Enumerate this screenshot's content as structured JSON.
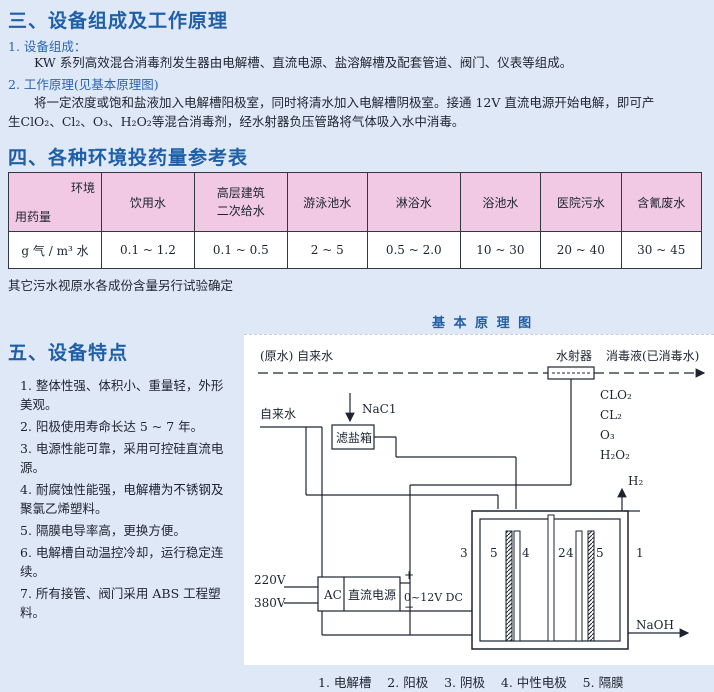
{
  "sec3": {
    "title": "三、设备组成及工作原理",
    "sub1": "1. 设备组成：",
    "p1": "KW 系列高效混合消毒剂发生器由电解槽、直流电源、盐溶解槽及配套管道、阀门、仪表等组成。",
    "sub2": "2. 工作原理(见基本原理图)",
    "p2a": "将一定浓度或饱和盐液加入电解槽阳极室，同时将清水加入电解槽阴极室。接通 12V 直流电源开始电解，即可产",
    "p2b": "生ClO₂、Cl₂、O₃、H₂O₂等混合消毒剂，经水射器负压管路将气体吸入水中消毒。"
  },
  "sec4": {
    "title": "四、各种环境投药量参考表",
    "corner_top": "环境",
    "corner_bottom": "用药量",
    "columns": [
      "饮用水",
      "高层建筑\n二次给水",
      "游泳池水",
      "淋浴水",
      "浴池水",
      "医院污水",
      "含氰废水"
    ],
    "row_label": "g 气 / m³ 水",
    "values": [
      "0.1 ~ 1.2",
      "0.1 ~ 0.5",
      "2 ~ 5",
      "0.5 ~ 2.0",
      "10 ~ 30",
      "20 ~ 40",
      "30 ~ 45"
    ],
    "note": "其它污水视原水各成份含量另行试验确定"
  },
  "sec5": {
    "title": "五、设备特点",
    "items": [
      "1. 整体性强、体积小、重量轻，外形美观。",
      "2. 阳极使用寿命长达 5 ~ 7 年。",
      "3. 电源性能可靠，采用可控硅直流电源。",
      "4. 耐腐蚀性能强，电解槽为不锈钢及聚氯乙烯塑料。",
      "5. 隔膜电导率高，更换方便。",
      "6. 电解槽自动温控冷却，运行稳定连续。",
      "7. 所有接管、阀门采用 ABS 工程塑料。"
    ]
  },
  "diagram": {
    "title": "基 本 原 理 图",
    "raw_water": "(原水) 自来水",
    "ejector": "水射器",
    "disinfect": "消毒液(已消毒水)",
    "tap_water": "自来水",
    "nacl": "NaC1",
    "salt_box": "滤盐箱",
    "clo2": "CLO₂",
    "cl2": "CL₂",
    "o3": "O₃",
    "h2o2": "H₂O₂",
    "h2": "H₂",
    "naoh": "NaOH",
    "v220": "220V",
    "v380": "380V",
    "ac": "AC",
    "dc_power": "直流电源",
    "dc_range": "0~12V DC",
    "plus": "+",
    "minus": "−",
    "n1": "1",
    "n2": "2",
    "n3": "3",
    "n4": "4",
    "n5": "5",
    "caption": "1. 电解槽    2. 阳极    3. 阴极    4. 中性电极    5. 隔膜"
  },
  "colors": {
    "heading": "#1e5fa8",
    "table_header": "#f2c9e4",
    "background": "#dfe8f7"
  }
}
